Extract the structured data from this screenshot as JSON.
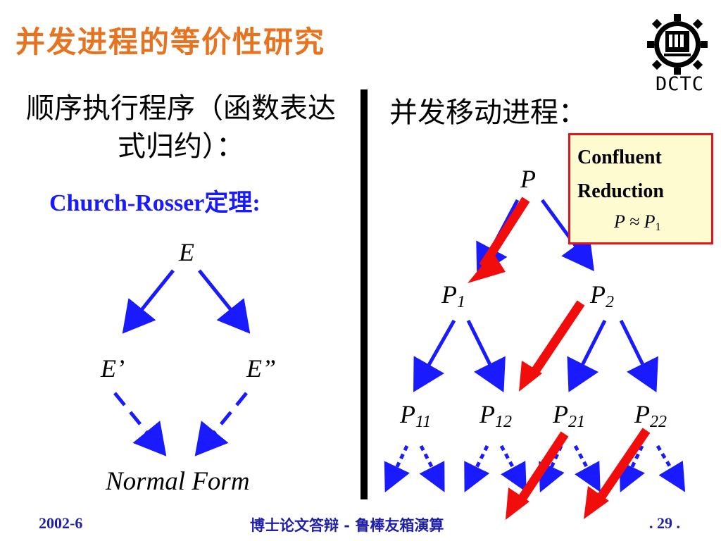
{
  "slide": {
    "title": "并发进程的等价性研究",
    "logo_text": "DCTC"
  },
  "left": {
    "heading": "顺序执行程序（函数表达式归约）：",
    "theorem": "Church-Rosser定理:",
    "nodes": {
      "e": "E",
      "e1": "E’",
      "e2": "E”",
      "normal_form": "Normal Form"
    }
  },
  "right": {
    "heading": "并发移动进程：",
    "nodes": {
      "p": "P",
      "p1_base": "P",
      "p1_sub": "1",
      "p2_base": "P",
      "p2_sub": "2",
      "p11_base": "P",
      "p11_sub": "11",
      "p12_base": "P",
      "p12_sub": "12",
      "p21_base": "P",
      "p21_sub": "21",
      "p22_base": "P",
      "p22_sub": "22"
    },
    "callout": {
      "line1": "Confluent",
      "line2": "Reduction",
      "equiv_left": "P ≈ P",
      "equiv_sub": "1"
    }
  },
  "footer": {
    "date": "2002-6",
    "center": "博士论文答辩 - 鲁棒友箱演算",
    "page": ". 29 ."
  },
  "colors": {
    "title": "#e67320",
    "arrow_blue": "#1a1aff",
    "arrow_red": "#f20d0d",
    "callout_bg": "#fdfbcf",
    "callout_border": "#e8141b",
    "footer": "#1f1fa8"
  }
}
